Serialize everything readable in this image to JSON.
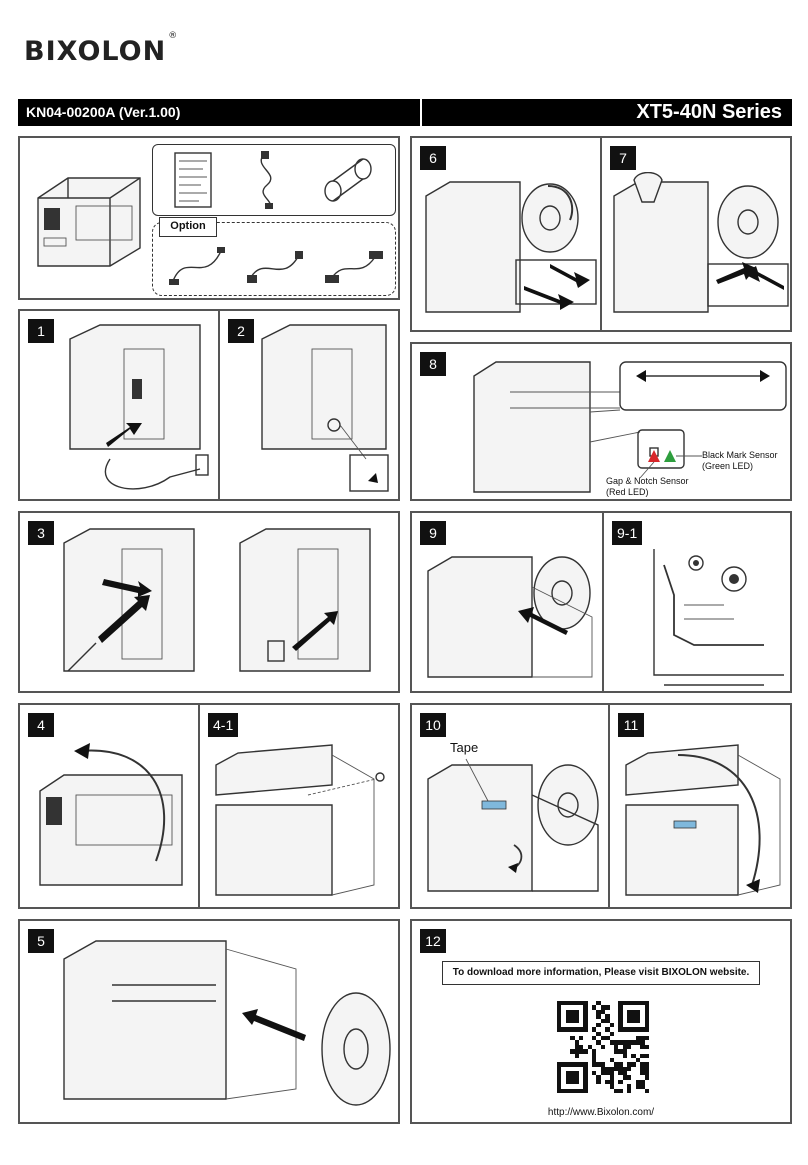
{
  "brand": {
    "logo": "BIXOLON",
    "registered": "®"
  },
  "header": {
    "doc_number": "KN04-00200A (Ver.1.00)",
    "series": "XT5-40N Series"
  },
  "box_contents": {
    "option_label": "Option"
  },
  "steps": {
    "s1": "1",
    "s2": "2",
    "s3": "3",
    "s4": "4",
    "s4_1": "4-1",
    "s5": "5",
    "s6": "6",
    "s7": "7",
    "s8": "8",
    "s9": "9",
    "s9_1": "9-1",
    "s10": "10",
    "s11": "11",
    "s12": "12"
  },
  "sensors": {
    "black_mark": "Black Mark Sensor",
    "black_mark_led": "(Green LED)",
    "gap_notch": "Gap & Notch Sensor",
    "gap_notch_led": "(Red LED)"
  },
  "step10": {
    "tape_label": "Tape"
  },
  "download": {
    "message": "To download more information, Please visit BIXOLON website.",
    "url": "http://www.Bixolon.com/"
  },
  "colors": {
    "tape_blue": "#7fb8dc",
    "led_green": "#2e9e3e",
    "led_red": "#d8262a"
  }
}
